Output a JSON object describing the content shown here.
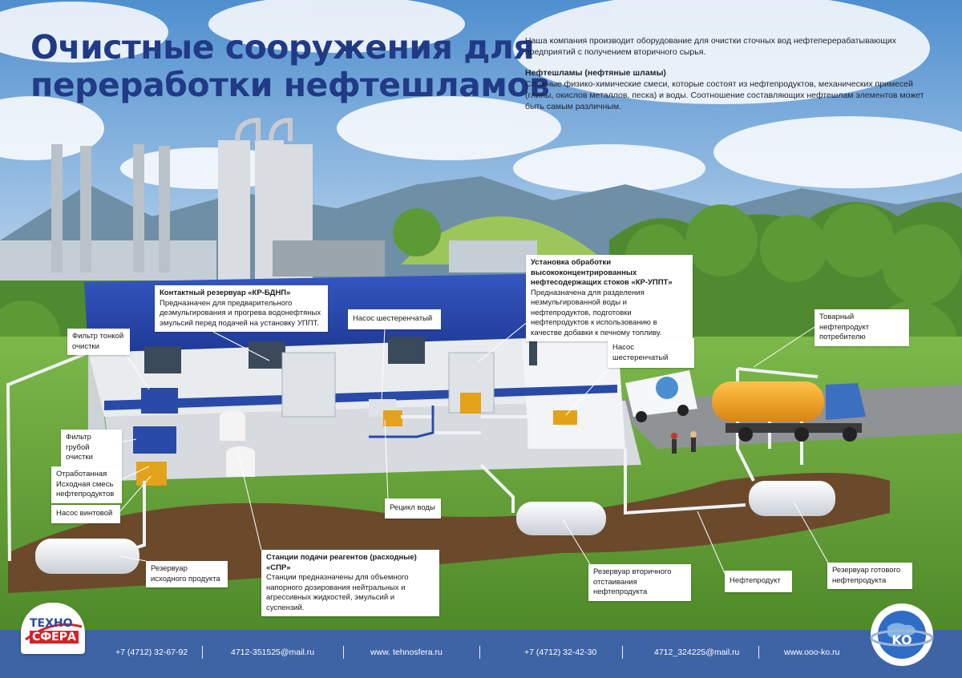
{
  "title": {
    "line1": "Очистные сооружения для",
    "line2": "переработки нефтешламов"
  },
  "intro": {
    "paragraph1": "Наша компания производит оборудование для очистки сточных вод нефтеперерабатывающих предприятий с получением вторичного сырья.",
    "heading": "Нефтешламы (нефтяные шламы)",
    "paragraph2": "Сложные физико-химические смеси, которые состоят из нефтепродуктов, механических примесей (глины, окислов металлов, песка) и воды. Соотношение составляющих нефтешлам элементов может быть самым различным."
  },
  "callouts": {
    "kr_bdnp": {
      "title": "Контактный резервуар «КР-БДНП»",
      "text": "Предназначен для предварительного деэмульгирования и прогрева водонефтяных эмульсий перед подачей на установку УППТ."
    },
    "kr_uppt": {
      "title": "Установка обработки высококонцентрированных нефтесодержащих стоков «КР-УППТ»",
      "text": "Предназначена для разделения незмульгированной воды и нефтепродуктов, подготовки нефтепродуктов к использованию в качестве добавки к печному топливу."
    },
    "spr": {
      "title": "Станции подачи реагентов (расходные) «СПР»",
      "text": "Станции предназначены для объемного напорного дозирования нейтральных и агрессивных жидкостей, эмульсий и суспензий."
    },
    "fine_filter": "Фильтр тонкой очистки",
    "gear_pump_1": "Насос шестеренчатый",
    "gear_pump_2": "Насос шестеренчатый",
    "commodity_product": "Товарный нефтепродукт потребителю",
    "coarse_filter": "Фильтр грубой очистки",
    "spent_mix": "Отработанная Исходная смесь нефтепродуктов",
    "screw_pump": "Насос винтовой",
    "water_recycle": "Рецикл воды",
    "source_tank": "Резервуар исходного продукта",
    "secondary_tank": "Резервуар вторичного отстаивания нефтепродукта",
    "oil_product": "Нефтепродукт",
    "finished_tank": "Резервуар готового нефтепродукта"
  },
  "footer": {
    "phone1": "+7 (4712) 32-67-92",
    "email1": "4712-351525@mail.ru",
    "web1": "www. tehnosfera.ru",
    "phone2": "+7 (4712) 32-42-30",
    "email2": "4712_324225@mail.ru",
    "web2": "www.ooo-ko.ru"
  },
  "logos": {
    "left_line1": "ТЕХНО",
    "left_line2": "СФЕРА",
    "right_text": "KO"
  },
  "colors": {
    "title": "#213a86",
    "roof": "#2746a8",
    "footer": "#3e64a6",
    "tanker": "#f2a31a",
    "sky": "#7fb0de",
    "grass": "#6fa83c"
  }
}
